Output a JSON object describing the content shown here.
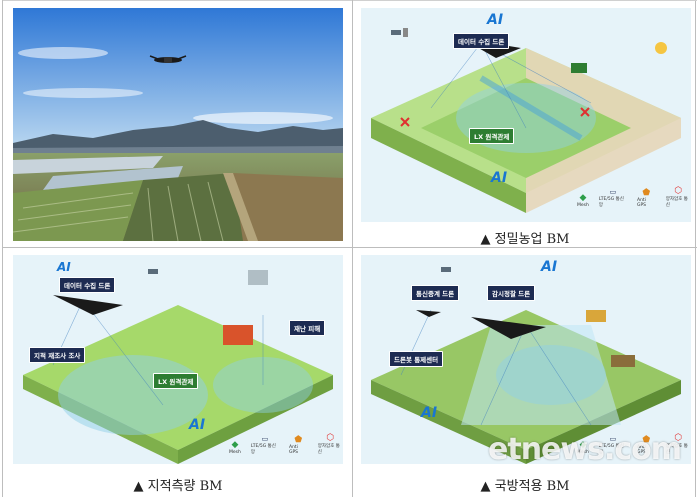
{
  "captions": {
    "precision_agriculture": "▲ 정밀농업 BM",
    "cadastral_survey": "▲ 지적측량 BM",
    "defense": "▲ 국방적용 BM"
  },
  "agri": {
    "drone_label": "데이터 수집 드론",
    "control_label": "LX 원격관제",
    "ai": "AI",
    "legend": [
      "Mesh",
      "LTE/5G 통신망",
      "Anti GPS",
      "양자암호 통신"
    ]
  },
  "cadastral": {
    "drone_label": "데이터 수집 드론",
    "map_label": "지적 재조사 조사",
    "control_label": "LX 원격관제",
    "disaster_label": "재난 피해",
    "ai": "AI",
    "legend": [
      "Mesh",
      "LTE/5G 통신망",
      "Anti GPS",
      "양자암호 통신"
    ]
  },
  "defense": {
    "relay_label": "통신중계 드론",
    "recon_label": "감시정찰 드론",
    "command_label": "드론봇 통제센터",
    "ai": "AI",
    "legend": [
      "Mesh",
      "LTE/5G 통신망",
      "Anti GPS",
      "양자암호 통신"
    ]
  },
  "watermark": "etnews.com",
  "colors": {
    "navy": "#1d2b52",
    "sky": "#cfe8f3",
    "grass": "#a6d96a",
    "field_blue": "#6fb6d8"
  }
}
